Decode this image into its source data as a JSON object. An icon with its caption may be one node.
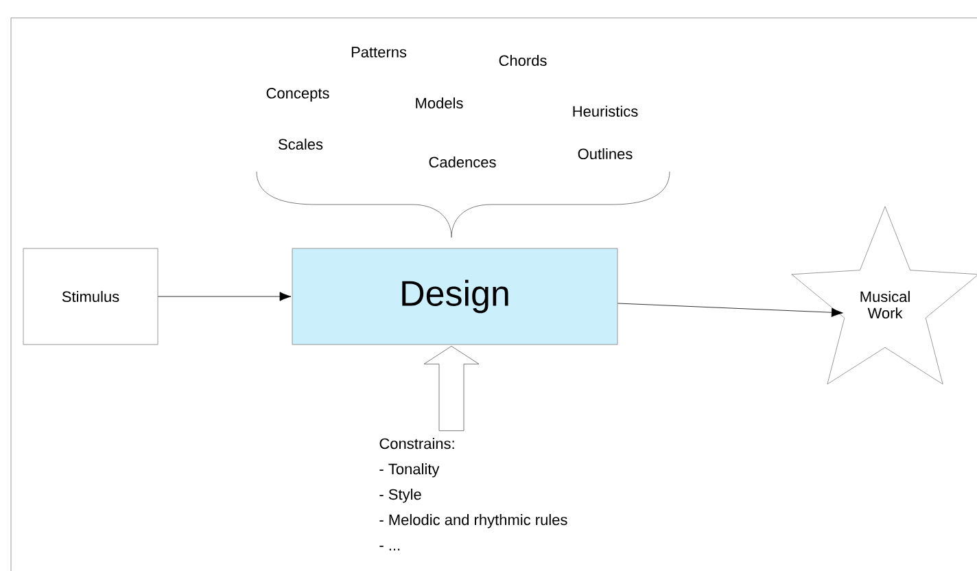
{
  "diagram": {
    "nodes": [
      {
        "text": [
          "Stimulus"
        ]
      },
      {
        "text": [
          "Design"
        ]
      },
      {
        "text": [
          "Musical Work"
        ]
      },
      {
        "text": [
          "Constrains:",
          "- Tonality",
          "- Style",
          "- Melodic and rhythmic rules",
          "- ..."
        ]
      }
    ],
    "edges": [
      {
        "from": 0,
        "to": 1,
        "arrow": "to"
      },
      {
        "from": 1,
        "to": 2,
        "arrow": "to"
      },
      {
        "from": 3,
        "to": 1,
        "arrow": "to"
      }
    ],
    "labels": [
      "Patterns",
      "Chords",
      "Concepts",
      "Models",
      "Heuristics",
      "Scales",
      "Cadences",
      "Outlines"
    ]
  }
}
